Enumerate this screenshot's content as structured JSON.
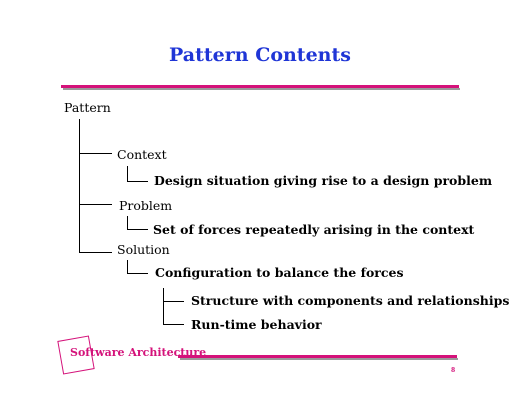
{
  "slide": {
    "title": "Pattern Contents",
    "tree": {
      "root": "Pattern",
      "context": "Context",
      "context_desc": "Design situation giving rise to a design problem",
      "problem": "Problem",
      "problem_desc": "Set of forces repeatedly arising in the context",
      "solution": "Solution",
      "solution_desc": "Configuration to balance the forces",
      "structure": "Structure with components and relationships",
      "runtime": "Run-time behavior"
    },
    "footer": {
      "label": "Software Architecture",
      "page": "8"
    }
  },
  "colors": {
    "title": "#1f35d6",
    "accent": "#d4127a"
  }
}
